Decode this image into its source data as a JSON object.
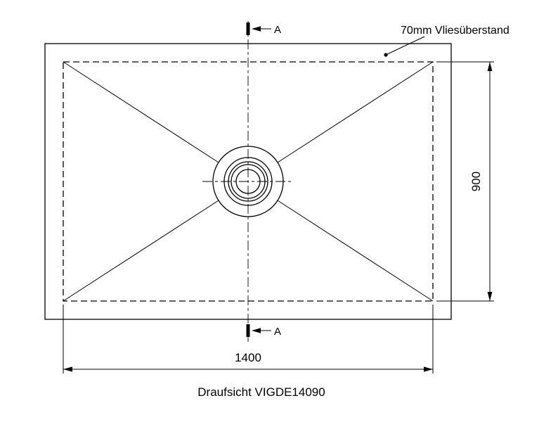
{
  "drawing": {
    "caption": "Draufsicht VIGDE14090",
    "leader_label": "70mm Vliesüberstand",
    "section_label": "A",
    "width_dim": "1400",
    "height_dim": "900"
  },
  "colors": {
    "line": "#000000",
    "background": "#ffffff"
  }
}
